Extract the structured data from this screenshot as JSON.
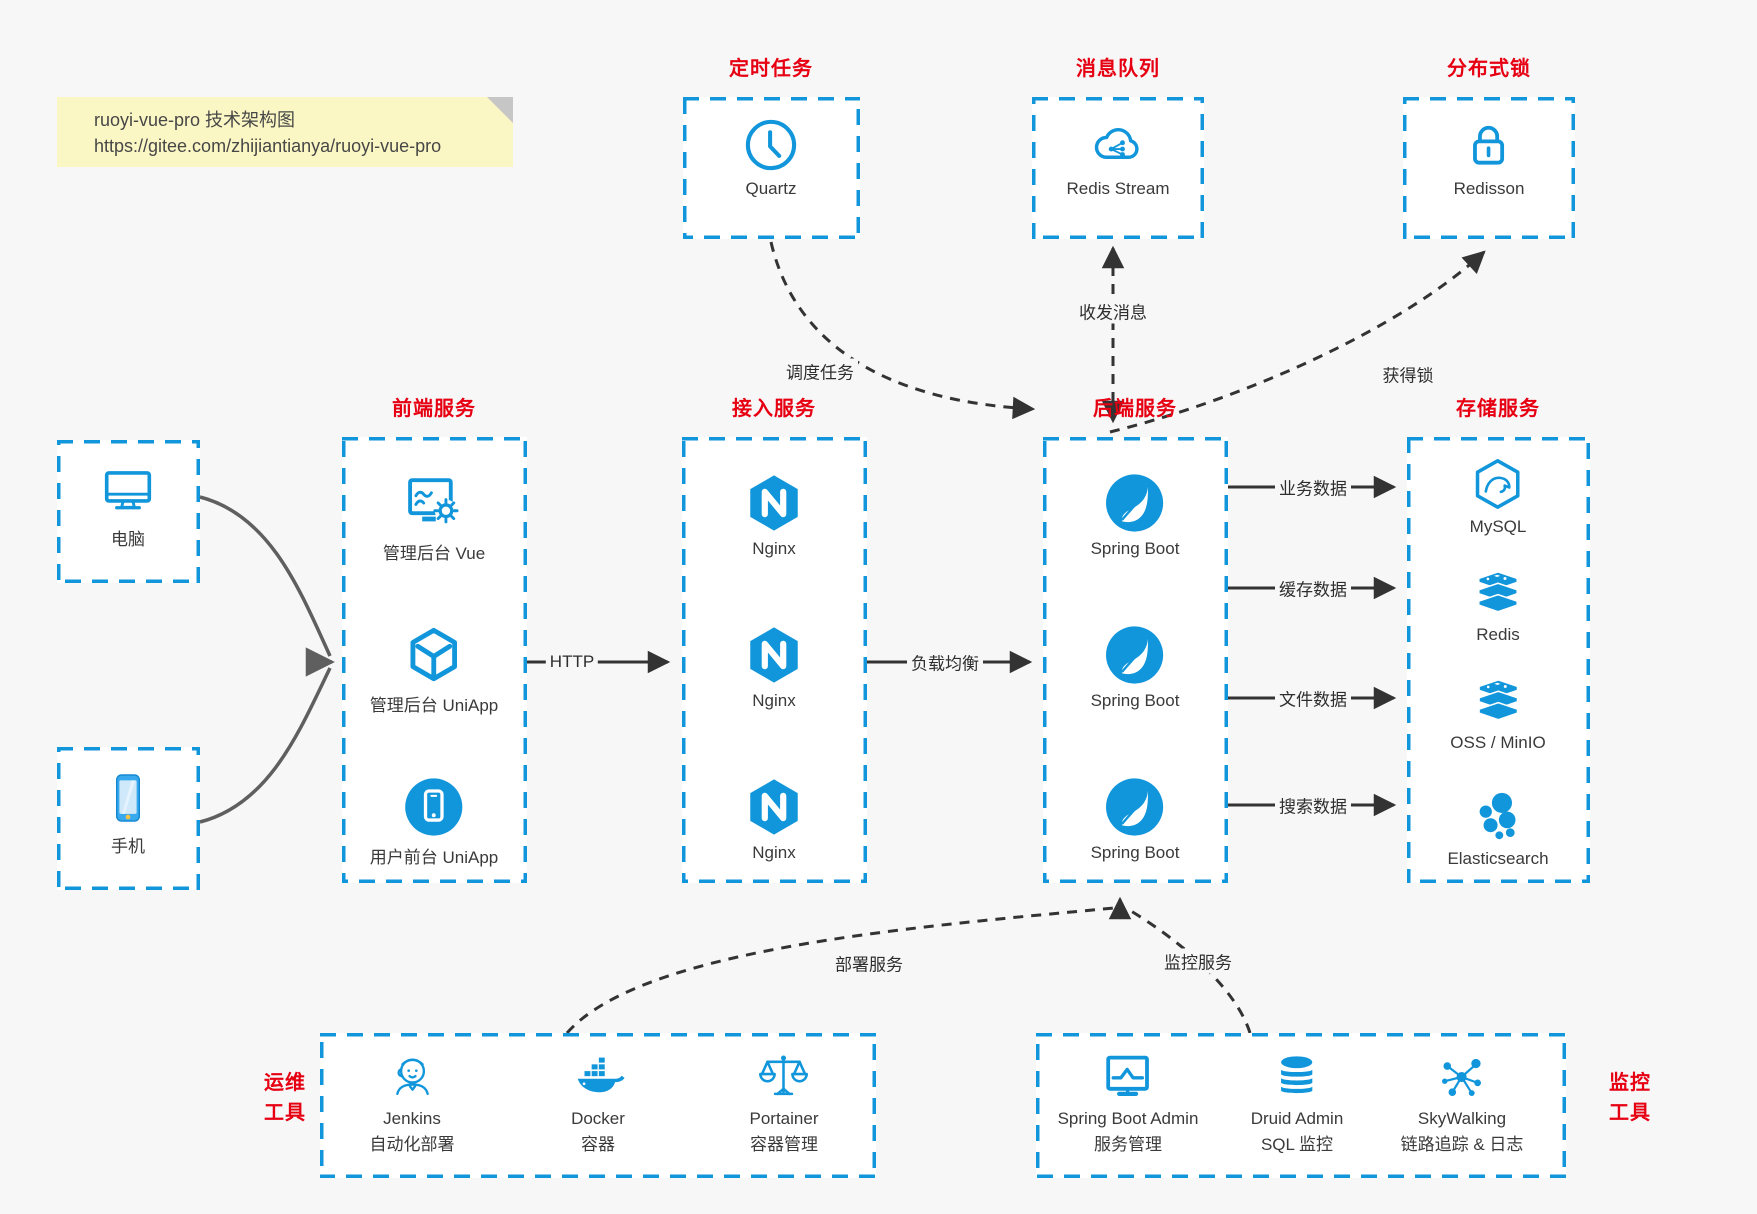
{
  "colors": {
    "accent_blue": "#1296db",
    "title_red": "#e60012",
    "note_bg": "#fbf7c5",
    "canvas_bg": "#f7f7f8",
    "arrow_dark": "#333333",
    "client_arrow_gray": "#5f5f5f"
  },
  "note": {
    "line1": "ruoyi-vue-pro 技术架构图",
    "line2": "https://gitee.com/zhijiantianya/ruoyi-vue-pro"
  },
  "top_groups": [
    {
      "title": "定时任务",
      "item": {
        "icon": "clock-icon",
        "label": "Quartz"
      }
    },
    {
      "title": "消息队列",
      "item": {
        "icon": "cloud-stream-icon",
        "label": "Redis Stream"
      }
    },
    {
      "title": "分布式锁",
      "item": {
        "icon": "lock-icon",
        "label": "Redisson"
      }
    }
  ],
  "clients": [
    {
      "icon": "desktop-icon",
      "label": "电脑"
    },
    {
      "icon": "smartphone-icon",
      "label": "手机"
    }
  ],
  "columns": [
    {
      "title": "前端服务",
      "items": [
        {
          "icon": "admin-vue-icon",
          "label": "管理后台 Vue"
        },
        {
          "icon": "cube-icon",
          "label": "管理后台 UniApp"
        },
        {
          "icon": "mobile-app-icon",
          "label": "用户前台 UniApp"
        }
      ]
    },
    {
      "title": "接入服务",
      "items": [
        {
          "icon": "nginx-icon",
          "label": "Nginx"
        },
        {
          "icon": "nginx-icon",
          "label": "Nginx"
        },
        {
          "icon": "nginx-icon",
          "label": "Nginx"
        }
      ]
    },
    {
      "title": "后端服务",
      "items": [
        {
          "icon": "spring-boot-icon",
          "label": "Spring Boot"
        },
        {
          "icon": "spring-boot-icon",
          "label": "Spring Boot"
        },
        {
          "icon": "spring-boot-icon",
          "label": "Spring Boot"
        }
      ]
    },
    {
      "title": "存储服务",
      "items": [
        {
          "icon": "mysql-icon",
          "label": "MySQL"
        },
        {
          "icon": "redis-stack-icon",
          "label": "Redis"
        },
        {
          "icon": "storage-stack-icon",
          "label": "OSS / MinIO"
        },
        {
          "icon": "elasticsearch-icon",
          "label": "Elasticsearch"
        }
      ]
    }
  ],
  "bottom_groups": [
    {
      "side_label_line1": "运维",
      "side_label_line2": "工具",
      "items": [
        {
          "icon": "jenkins-icon",
          "name": "Jenkins",
          "desc": "自动化部署"
        },
        {
          "icon": "docker-icon",
          "name": "Docker",
          "desc": "容器"
        },
        {
          "icon": "portainer-icon",
          "name": "Portainer",
          "desc": "容器管理"
        }
      ]
    },
    {
      "side_label_line1": "监控",
      "side_label_line2": "工具",
      "items": [
        {
          "icon": "spring-boot-admin-icon",
          "name": "Spring Boot Admin",
          "desc": "服务管理"
        },
        {
          "icon": "druid-icon",
          "name": "Druid Admin",
          "desc": "SQL 监控"
        },
        {
          "icon": "skywalking-icon",
          "name": "SkyWalking",
          "desc": "链路追踪 & 日志"
        }
      ]
    }
  ],
  "edges": {
    "http": "HTTP",
    "load_balance": "负载均衡",
    "business_data": "业务数据",
    "cache_data": "缓存数据",
    "file_data": "文件数据",
    "search_data": "搜索数据",
    "schedule_task": "调度任务",
    "send_receive_message": "收发消息",
    "acquire_lock": "获得锁",
    "deploy_service": "部署服务",
    "monitor_service": "监控服务"
  }
}
